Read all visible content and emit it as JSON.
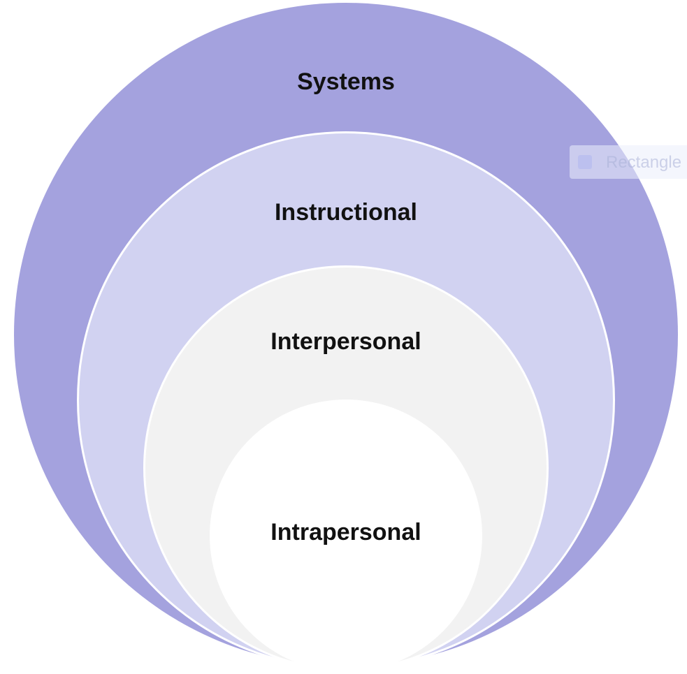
{
  "diagram": {
    "rings": [
      {
        "label": "Systems",
        "color": "#a4a2de"
      },
      {
        "label": "Instructional",
        "color": "#d1d2f1"
      },
      {
        "label": "Interpersonal",
        "color": "#f2f2f2"
      },
      {
        "label": "Intrapersonal",
        "color": "#ffffff"
      }
    ]
  },
  "overlay": {
    "chip_text": "Rectangle",
    "chip_icon": "shape-icon"
  }
}
